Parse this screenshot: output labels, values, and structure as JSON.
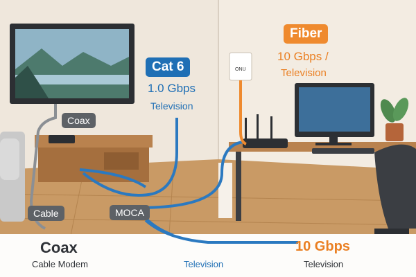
{
  "labels": {
    "coax_tag": "Coax",
    "cable_tag": "Cable",
    "moca_tag": "MOCA",
    "cat6_title": "Cat 6",
    "cat6_speed": "1.0 Gbps",
    "cat6_sub": "Television",
    "fiber_title": "Fiber",
    "fiber_speed": "10 Gbps /",
    "fiber_sub": "Television",
    "onu": "ONU",
    "bottom_coax": "Coax",
    "bottom_modem": "Cable Modem",
    "bottom_television_blue": "Television",
    "bottom_speed": "10 Gbps",
    "bottom_television": "Television"
  },
  "colors": {
    "coax_cable": "#8b8f94",
    "ethernet_cable": "#2b79c0",
    "fiber_cable": "#ef8a2e",
    "wall": "#efe7dc",
    "floor": "#c99a65"
  }
}
